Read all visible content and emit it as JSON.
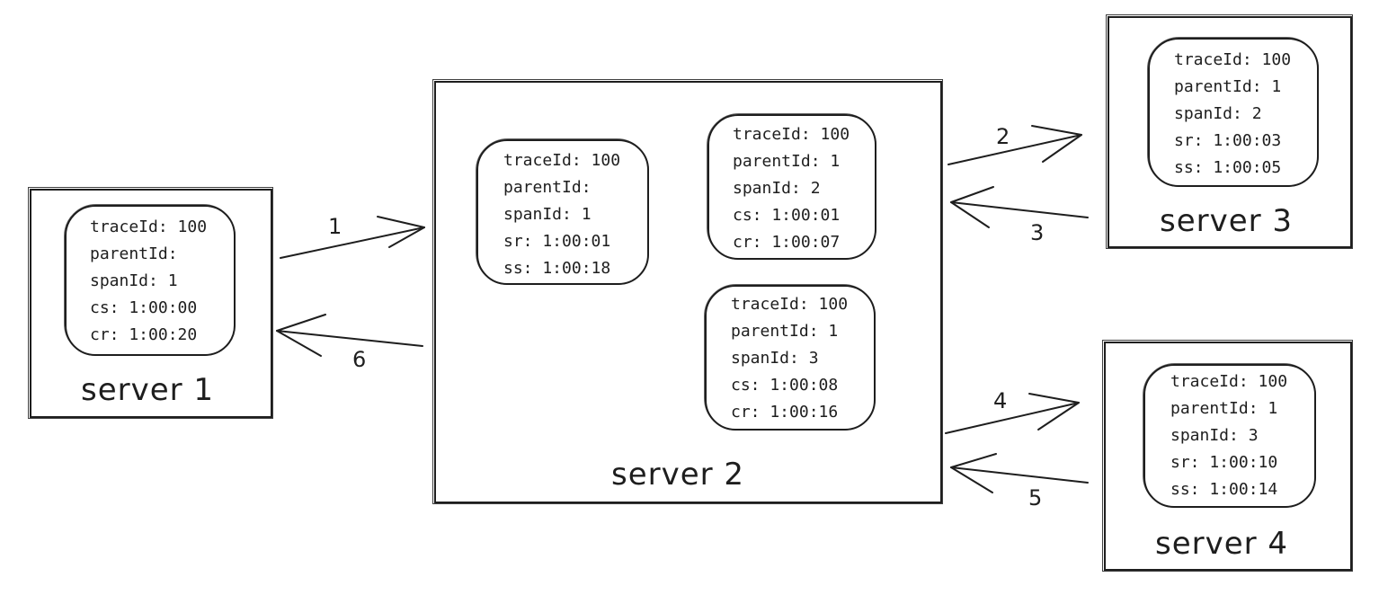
{
  "servers": [
    {
      "name": "server 1"
    },
    {
      "name": "server 2"
    },
    {
      "name": "server 3"
    },
    {
      "name": "server 4"
    }
  ],
  "spans": {
    "s1": {
      "traceId": "traceId: 100",
      "parentId": "parentId:",
      "spanId": "spanId: 1",
      "t1": "cs: 1:00:00",
      "t2": "cr: 1:00:20"
    },
    "s2a": {
      "traceId": "traceId: 100",
      "parentId": "parentId:",
      "spanId": "spanId: 1",
      "t1": "sr: 1:00:01",
      "t2": "ss: 1:00:18"
    },
    "s2b": {
      "traceId": "traceId: 100",
      "parentId": "parentId: 1",
      "spanId": "spanId: 2",
      "t1": "cs: 1:00:01",
      "t2": "cr: 1:00:07"
    },
    "s2c": {
      "traceId": "traceId: 100",
      "parentId": "parentId: 1",
      "spanId": "spanId: 3",
      "t1": "cs: 1:00:08",
      "t2": "cr: 1:00:16"
    },
    "s3": {
      "traceId": "traceId: 100",
      "parentId": "parentId: 1",
      "spanId": "spanId: 2",
      "t1": "sr: 1:00:03",
      "t2": "ss: 1:00:05"
    },
    "s4": {
      "traceId": "traceId: 100",
      "parentId": "parentId: 1",
      "spanId": "spanId: 3",
      "t1": "sr: 1:00:10",
      "t2": "ss: 1:00:14"
    }
  },
  "steps": [
    "1",
    "2",
    "3",
    "4",
    "5",
    "6"
  ]
}
